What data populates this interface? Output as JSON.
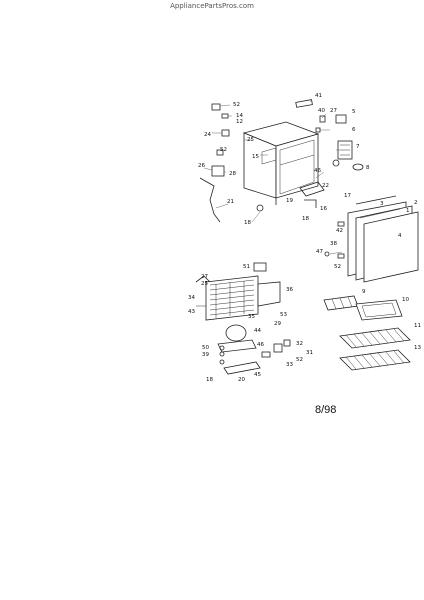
{
  "header": {
    "site": "AppliancePartsPros.com"
  },
  "diagram": {
    "date_code": "8/98",
    "callouts": [
      "52",
      "14",
      "12",
      "24",
      "25",
      "52",
      "15",
      "26",
      "28",
      "21",
      "18",
      "41",
      "40",
      "27",
      "5",
      "6",
      "7",
      "8",
      "46",
      "22",
      "16",
      "18",
      "19",
      "17",
      "42",
      "3",
      "2",
      "1",
      "4",
      "47",
      "38",
      "52",
      "51",
      "27",
      "25",
      "36",
      "34",
      "43",
      "35",
      "29",
      "53",
      "44",
      "50",
      "39",
      "46",
      "32",
      "33",
      "31",
      "52",
      "20",
      "45",
      "18",
      "9",
      "10",
      "11",
      "13"
    ]
  }
}
